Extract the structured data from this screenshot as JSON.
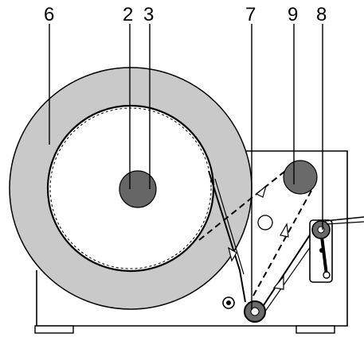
{
  "colors": {
    "background": "#ffffff",
    "ink": "#000000",
    "roll_fill": "#c9c9c9",
    "spindle_fill": "#666666",
    "guide_roller_fill": "#6a6a6a"
  },
  "callouts": [
    {
      "id": "6",
      "text": "6"
    },
    {
      "id": "2",
      "text": "2"
    },
    {
      "id": "3",
      "text": "3"
    },
    {
      "id": "7",
      "text": "7"
    },
    {
      "id": "9",
      "text": "9"
    },
    {
      "id": "8",
      "text": "8"
    }
  ]
}
